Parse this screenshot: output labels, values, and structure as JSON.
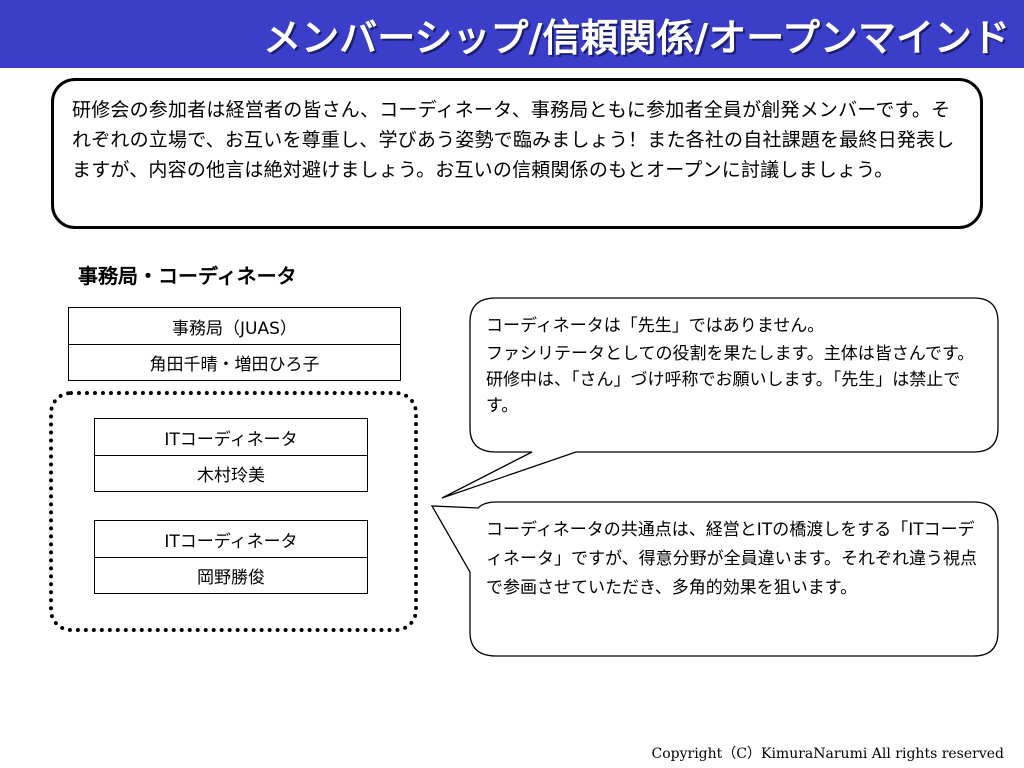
{
  "slide": {
    "title": "メンバーシップ/信頼関係/オープンマインド",
    "intro": "研修会の参加者は経営者の皆さん、コーディネータ、事務局ともに参加者全員が創発メンバーです。それぞれの立場で、お互いを尊重し、学びあう姿勢で臨みましょう！また各社の自社課題を最終日発表しますが、内容の他言は絶対避けましょう。お互いの信頼関係のもとオープンに討議しましょう。",
    "section_heading": "事務局・コーディネータ",
    "office": {
      "role": "事務局（JUAS）",
      "names": "角田千晴・増田ひろ子"
    },
    "coordinators": [
      {
        "role": "ITコーディネータ",
        "name": "木村玲美"
      },
      {
        "role": "ITコーディネータ",
        "name": "岡野勝俊"
      }
    ],
    "callout1": {
      "line1": "コーディネータは「先生」ではありません。",
      "line2": "ファシリテータとしての役割を果たします。主体は皆さんです。研修中は、「さん」づけ呼称でお願いします。「先生」は禁止です。"
    },
    "callout2": {
      "text": "コーディネータの共通点は、経営とITの橋渡しをする「ITコーディネータ」ですが、得意分野が全員違います。それぞれ違う視点で参画させていただき、多角的効果を狙います。"
    },
    "copyright": "Copyright（C）KimuraNarumi All rights reserved"
  }
}
